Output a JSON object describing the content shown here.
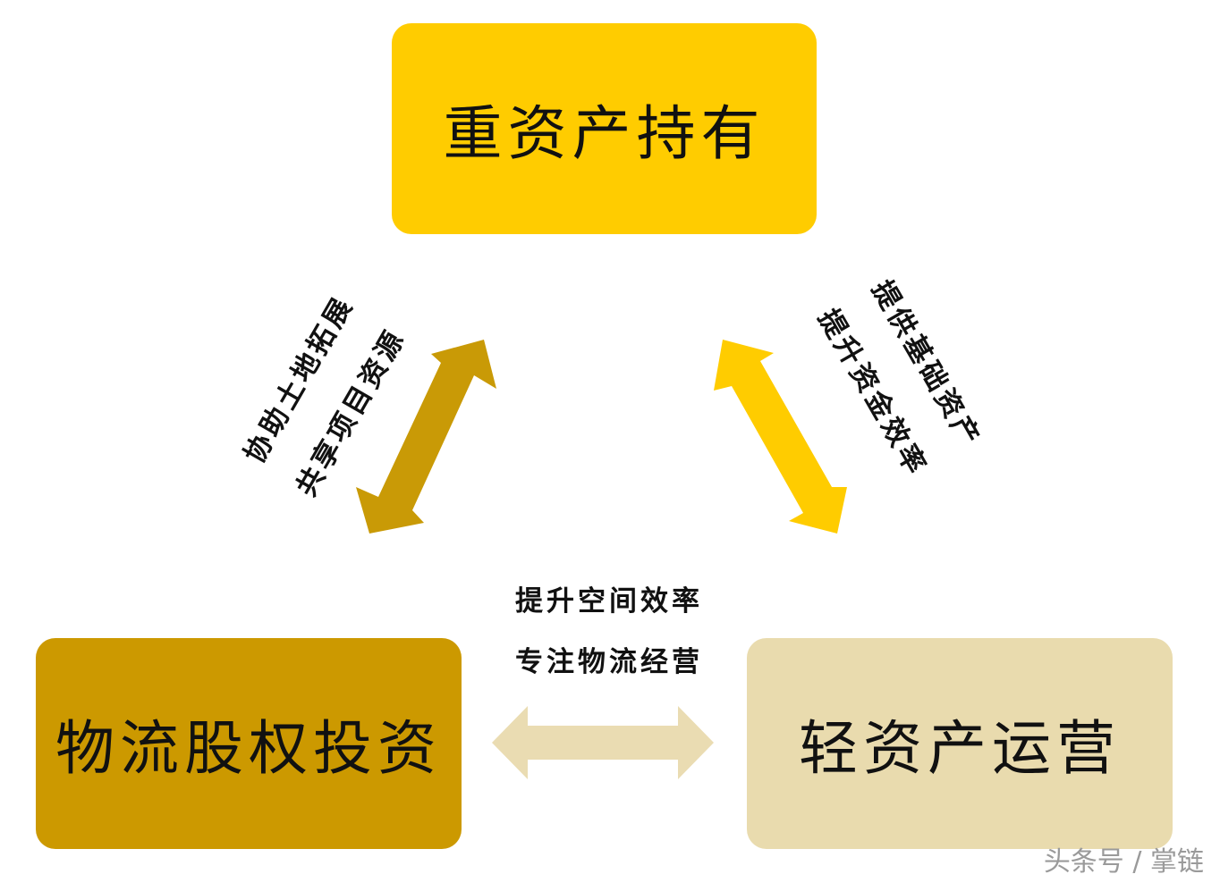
{
  "colors": {
    "top_box": "#ffcc00",
    "left_box": "#cc9900",
    "right_box": "#e9dbae",
    "arrow_left": "#c99a06",
    "arrow_right": "#ffcc00",
    "arrow_bottom": "#eadcb2"
  },
  "nodes": {
    "top": "重资产持有",
    "left": "物流股权投资",
    "right": "轻资产运营"
  },
  "edges": {
    "left": {
      "line1": "协助土地拓展",
      "line2": "共享项目资源"
    },
    "right": {
      "line1": "提供基础资产",
      "line2": "提升资金效率"
    },
    "bottom": {
      "line1": "提升空间效率",
      "line2": "专注物流经营"
    }
  },
  "watermark": "头条号 / 掌链"
}
